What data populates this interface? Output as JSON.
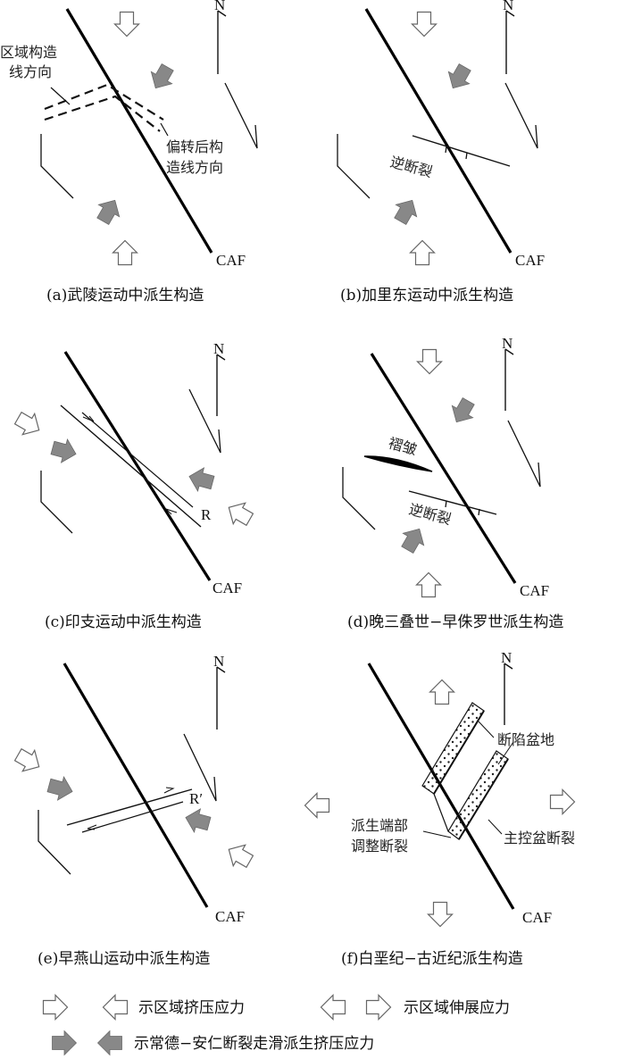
{
  "north_label": "N",
  "fault_label": "CAF",
  "panels": {
    "a": {
      "caption": "(a)武陵运动中派生构造",
      "regional_line_label_1": "区域构造",
      "regional_line_label_2": "线方向",
      "deflected_line_label_1": "偏转后构",
      "deflected_line_label_2": "造线方向"
    },
    "b": {
      "caption": "(b)加里东运动中派生构造",
      "thrust_label": "逆断裂"
    },
    "c": {
      "caption": "(c)印支运动中派生构造",
      "r_label": "R"
    },
    "d": {
      "caption": "(d)晚三叠世−早侏罗世派生构造",
      "fold_label": "褶皱",
      "thrust_label": "逆断裂"
    },
    "e": {
      "caption": "(e)早燕山运动中派生构造",
      "r_prime_label": "R′"
    },
    "f": {
      "caption": "(f)白垩纪−古近纪派生构造",
      "basin_label": "断陷盆地",
      "basin_fault_label": "主控盆断裂",
      "end_fault_label_1": "派生端部",
      "end_fault_label_2": "调整断裂"
    }
  },
  "legend": {
    "compression_label": "示区域挤压应力",
    "extension_label": "示区域伸展应力",
    "derived_label": "示常德−安仁断裂走滑派生挤压应力"
  }
}
